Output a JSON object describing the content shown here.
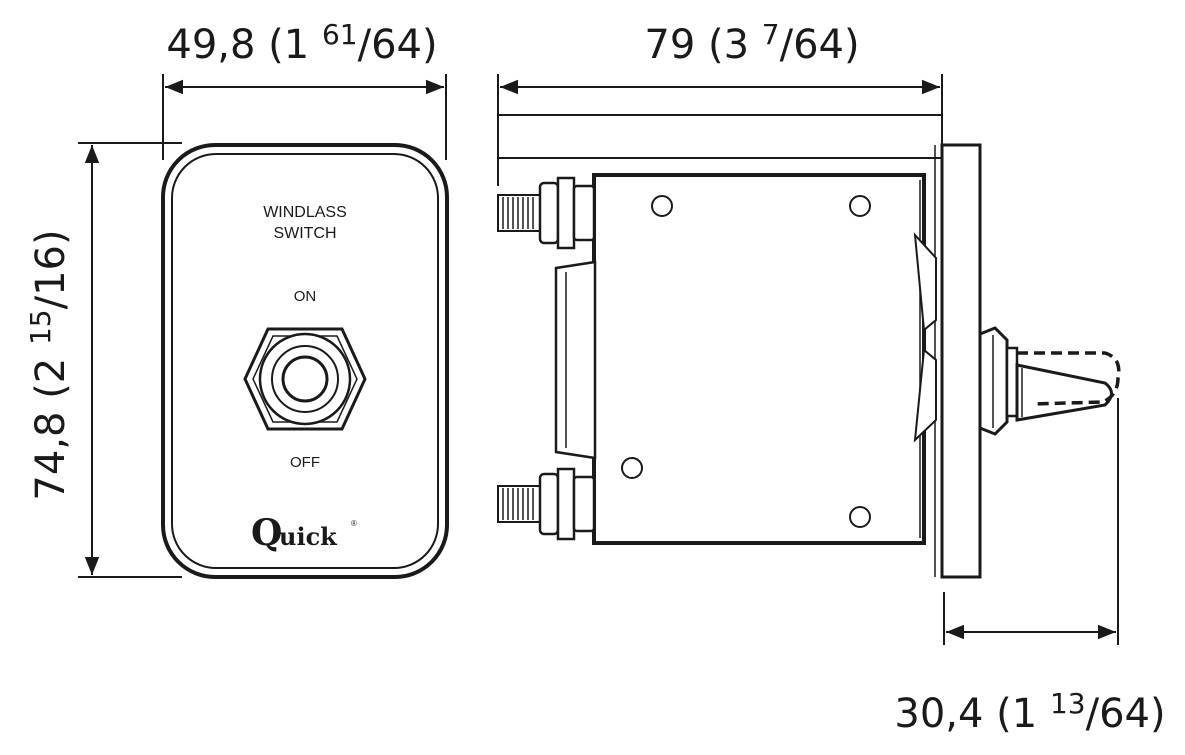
{
  "dimensions": {
    "width_main": "49,8 (1 ",
    "width_sup": "61",
    "width_frac": "/64)",
    "depth_main": "79 (3 ",
    "depth_sup": "7",
    "depth_frac": "/64)",
    "height_main": "74,8 (2 ",
    "height_sup": "15",
    "height_frac": "/16)",
    "toggle_main": "30,4 (1 ",
    "toggle_sup": "13",
    "toggle_frac": "/64)"
  },
  "panel": {
    "title_line1": "WINDLASS",
    "title_line2": "SWITCH",
    "on_label": "ON",
    "off_label": "OFF",
    "brand_initial": "Q",
    "brand_rest": "uick",
    "brand_mark": "®"
  },
  "colors": {
    "ink": "#1a1a1a",
    "background": "#ffffff"
  }
}
